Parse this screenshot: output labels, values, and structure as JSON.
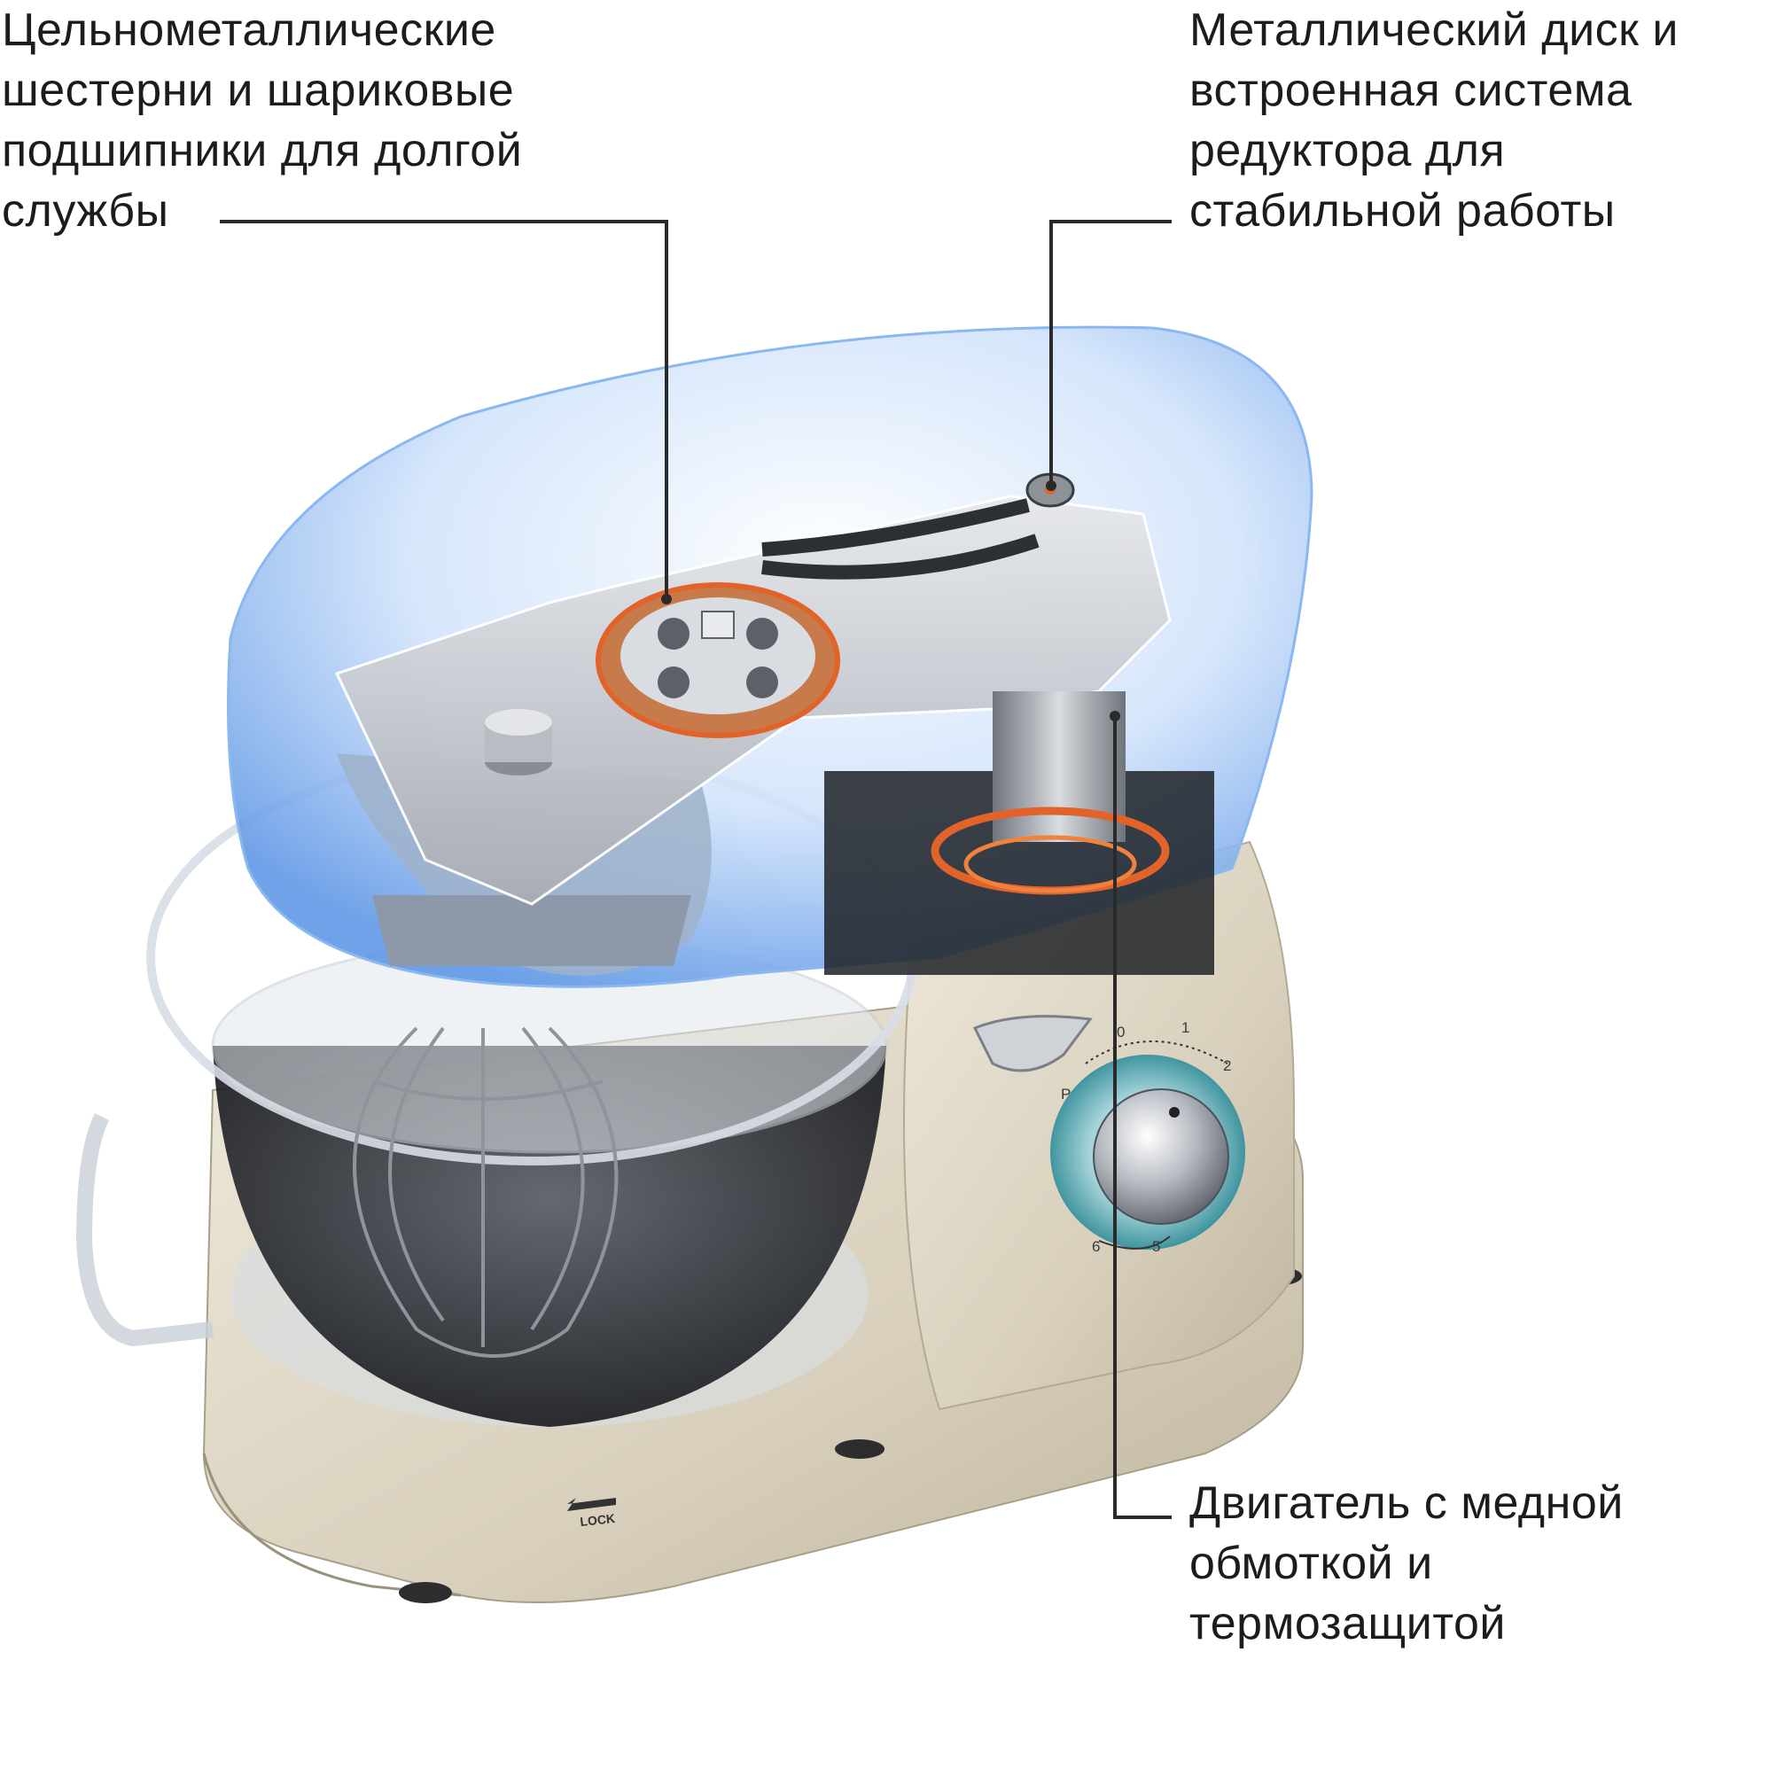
{
  "callouts": {
    "gears": {
      "lines": [
        "Цельнометаллические",
        "шестерни и шариковые",
        "подшипники для долгой",
        "службы"
      ]
    },
    "reducer": {
      "lines": [
        "Металлический диск и",
        "встроенная система",
        "редуктора для",
        "стабильной работы"
      ]
    },
    "motor": {
      "lines": [
        "Двигатель с медной",
        "обмоткой и",
        "термозащитой"
      ]
    }
  },
  "speed_dial": {
    "labels": [
      "0",
      "1",
      "2",
      "P",
      "5",
      "6"
    ]
  },
  "base": {
    "lock_label": "LOCK"
  },
  "colors": {
    "head_blue": "#7fb0ea",
    "body_cream": "#dcd5c2",
    "metal_plate": "#c9ccd2",
    "copper_glow": "#e2632a",
    "dial_teal": "#2f8e9c",
    "leader_line": "#2a2a2a"
  },
  "icons": {
    "product": "stand-mixer-illustration",
    "lock_arrow": "arrow-left-icon"
  }
}
